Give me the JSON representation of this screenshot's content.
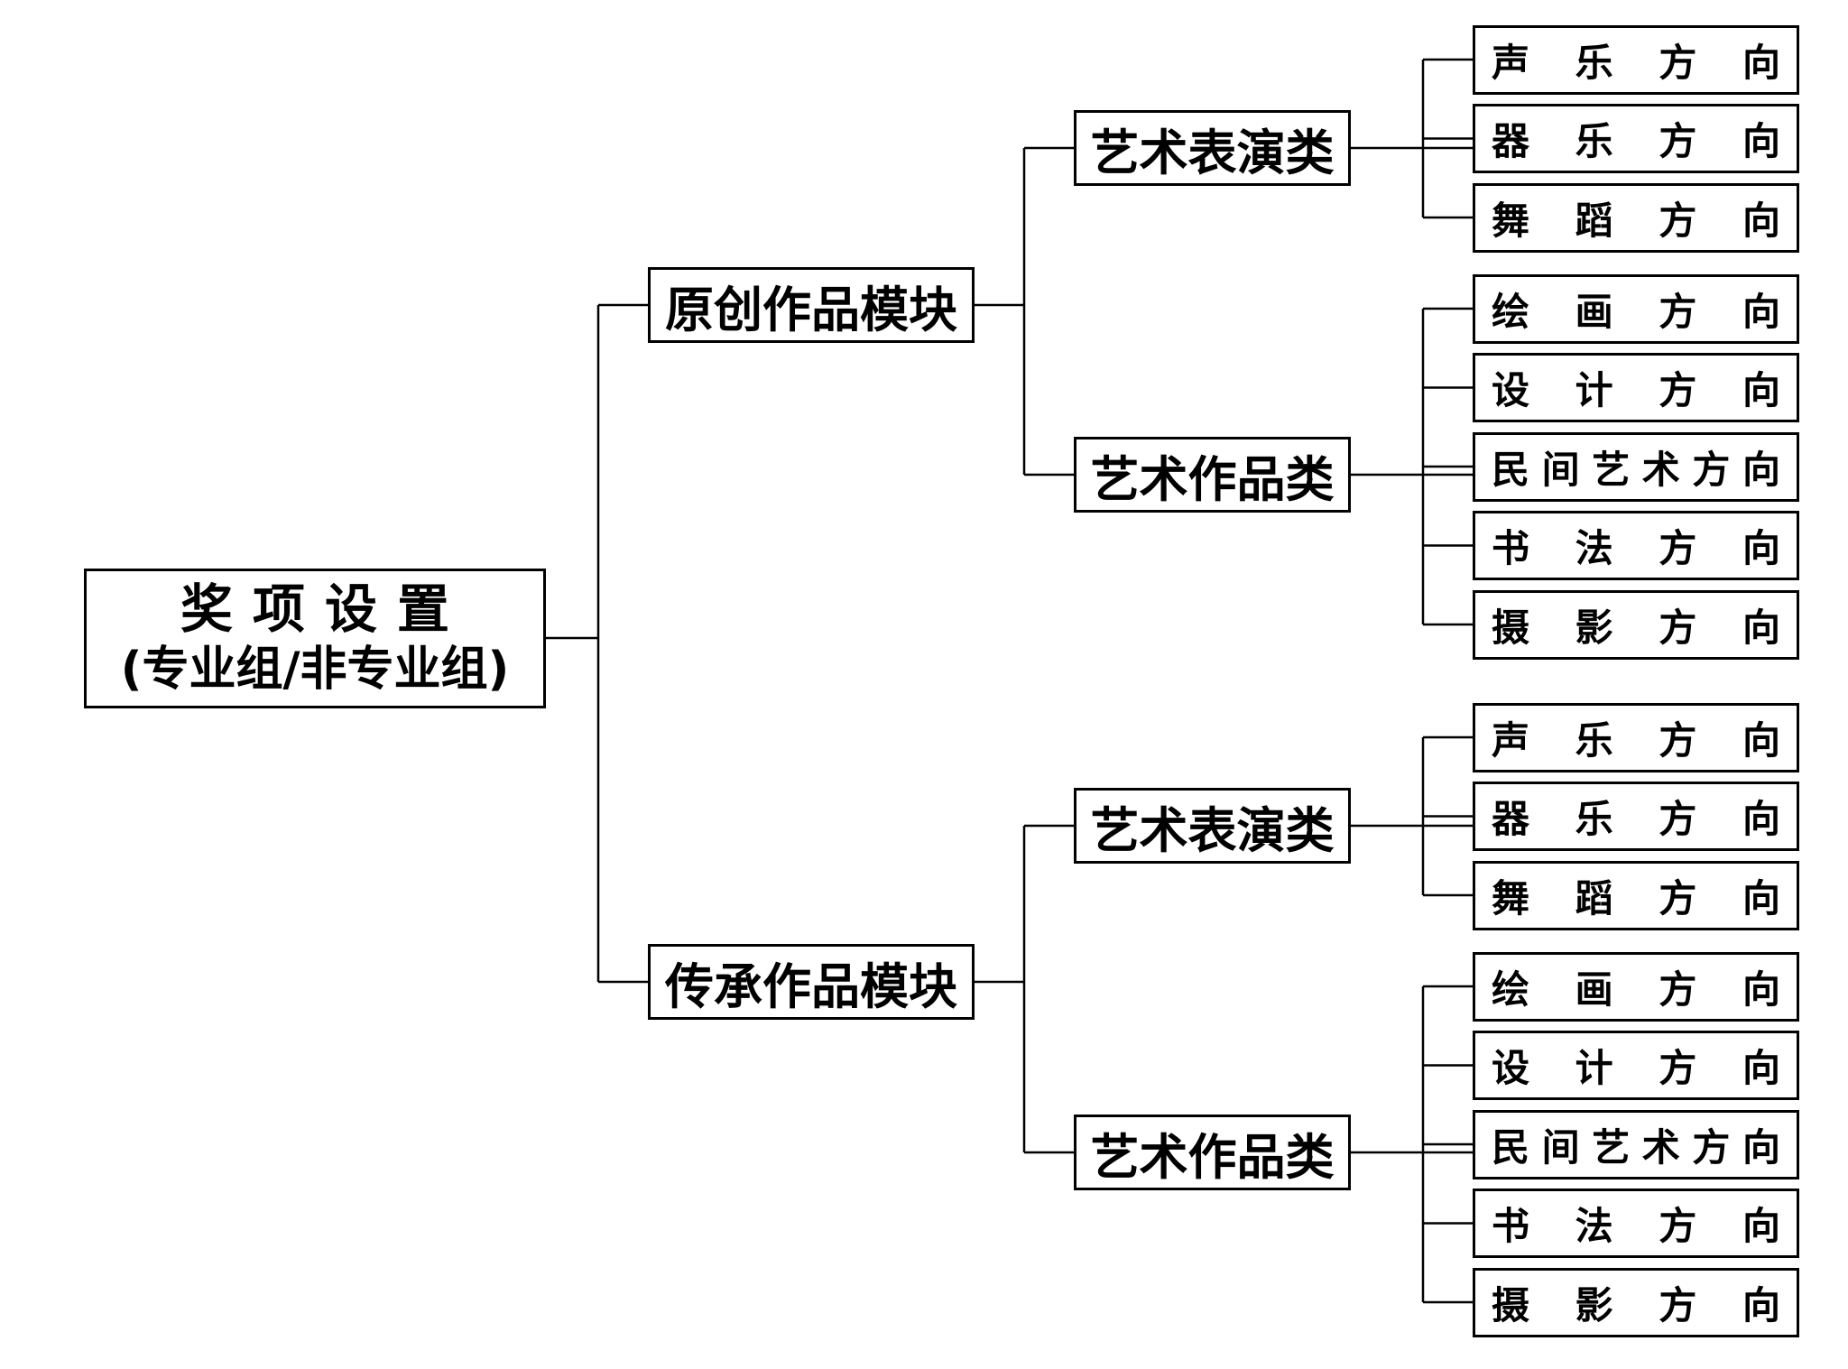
{
  "diagram": {
    "root": {
      "line1": "奖项设置",
      "line2": "(专业组/非专业组)"
    },
    "modules": [
      {
        "label": "原创作品模块",
        "categories": [
          {
            "label": "艺术表演类",
            "items": [
              "声乐方向",
              "器乐方向",
              "舞蹈方向"
            ]
          },
          {
            "label": "艺术作品类",
            "items": [
              "绘画方向",
              "设计方向",
              "民间艺术方向",
              "书法方向",
              "摄影方向"
            ]
          }
        ]
      },
      {
        "label": "传承作品模块",
        "categories": [
          {
            "label": "艺术表演类",
            "items": [
              "声乐方向",
              "器乐方向",
              "舞蹈方向"
            ]
          },
          {
            "label": "艺术作品类",
            "items": [
              "绘画方向",
              "设计方向",
              "民间艺术方向",
              "书法方向",
              "摄影方向"
            ]
          }
        ]
      }
    ]
  }
}
